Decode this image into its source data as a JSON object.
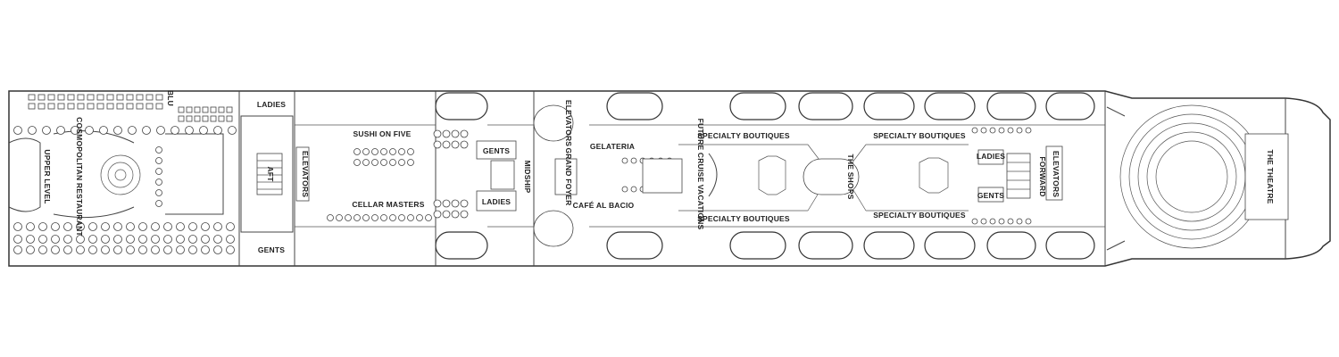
{
  "map": {
    "labels": {
      "upper_level": "UPPER LEVEL",
      "cosmopolitan_restaurant": "COSMOPOLITAN RESTAURANT",
      "blu": "BLU",
      "ladies_aft": "LADIES",
      "gents_aft": "GENTS",
      "aft": "AFT",
      "elevators_aft": "ELEVATORS",
      "sushi_on_five": "SUSHI ON FIVE",
      "cellar_masters": "CELLAR MASTERS",
      "gents_mid": "GENTS",
      "ladies_mid": "LADIES",
      "midship": "MIDSHIP",
      "elevators_mid": "ELEVATORS",
      "gelateria": "GELATERIA",
      "grand_foyer": "GRAND FOYER",
      "cafe_al_bacio": "CAFÉ AL BACIO",
      "future_cruise_vacations": "FUTURE CRUISE VACATIONS",
      "specialty_boutiques_1": "SPECIALTY BOUTIQUES",
      "specialty_boutiques_2": "SPECIALTY BOUTIQUES",
      "specialty_boutiques_3": "SPECIALTY BOUTIQUES",
      "specialty_boutiques_4": "SPECIALTY BOUTIQUES",
      "the_shops": "THE SHOPS",
      "ladies_fwd": "LADIES",
      "gents_fwd": "GENTS",
      "forward": "FORWARD",
      "elevators_fwd": "ELEVATORS",
      "the_theatre": "THE THEATRE"
    }
  }
}
